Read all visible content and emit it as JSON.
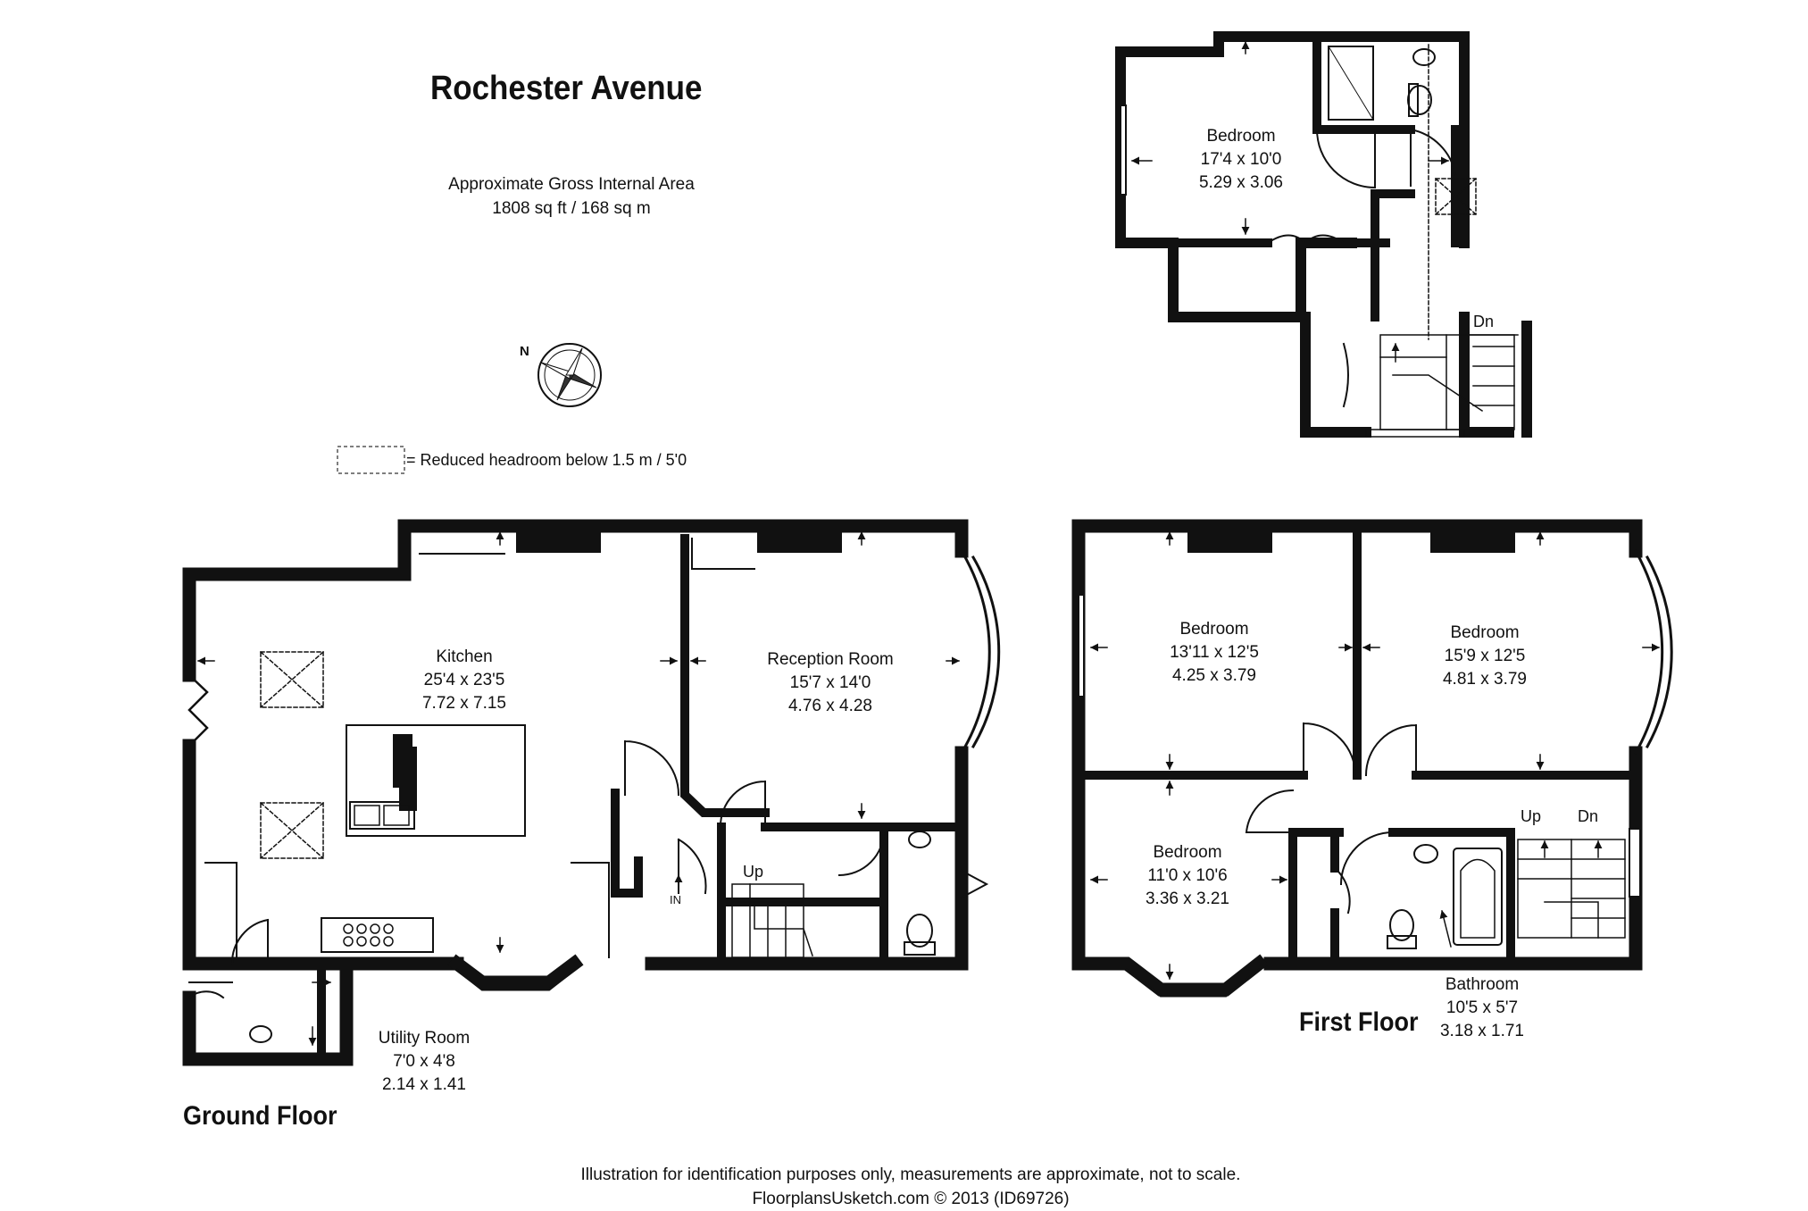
{
  "title": "Rochester Avenue",
  "area": {
    "label": "Approximate Gross Internal Area",
    "value": "1808 sq ft / 168 sq m"
  },
  "compass": {
    "north": "N"
  },
  "legend": {
    "text": "=  Reduced headroom below 1.5 m / 5'0"
  },
  "floors": {
    "ground": {
      "label": "Ground Floor",
      "rooms": [
        {
          "name": "Kitchen",
          "imperial": "25'4 x 23'5",
          "metric": "7.72 x 7.15"
        },
        {
          "name": "Reception Room",
          "imperial": "15'7 x 14'0",
          "metric": "4.76 x 4.28"
        },
        {
          "name": "Utility Room",
          "imperial": "7'0 x 4'8",
          "metric": "2.14 x 1.41"
        }
      ],
      "markers": {
        "up": "Up",
        "entrance": "IN"
      }
    },
    "first": {
      "label": "First Floor",
      "rooms": [
        {
          "name": "Bedroom",
          "imperial": "13'11 x 12'5",
          "metric": "4.25 x 3.79"
        },
        {
          "name": "Bedroom",
          "imperial": "15'9 x 12'5",
          "metric": "4.81 x 3.79"
        },
        {
          "name": "Bedroom",
          "imperial": "11'0 x 10'6",
          "metric": "3.36 x 3.21"
        },
        {
          "name": "Bathroom",
          "imperial": "10'5 x 5'7",
          "metric": "3.18 x 1.71"
        }
      ],
      "markers": {
        "up": "Up",
        "down": "Dn"
      }
    },
    "second": {
      "rooms": [
        {
          "name": "Bedroom",
          "imperial": "17'4 x 10'0",
          "metric": "5.29 x 3.06"
        }
      ],
      "markers": {
        "down": "Dn"
      }
    }
  },
  "footer": {
    "disclaimer": "Illustration for identification purposes only, measurements are approximate, not to scale.",
    "credit": "FloorplansUsketch.com © 2013 (ID69726)"
  }
}
